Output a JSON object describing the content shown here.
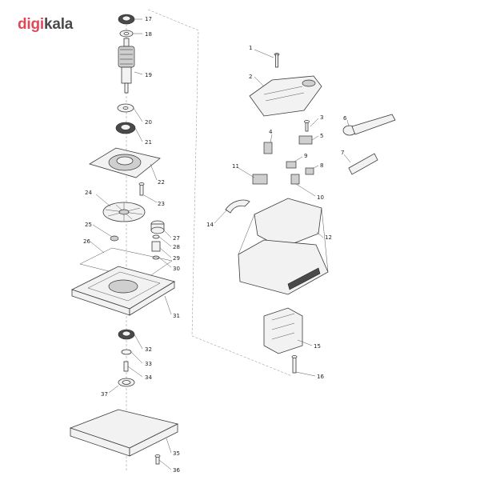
{
  "brand": {
    "name_part1": "digi",
    "name_part2": "kala",
    "color_part1": "#e0485a",
    "color_part2": "#4a4a4a"
  },
  "labels": [
    "1",
    "2",
    "3",
    "4",
    "5",
    "6",
    "7",
    "8",
    "9",
    "10",
    "11",
    "12",
    "14",
    "15",
    "16",
    "17",
    "18",
    "19",
    "20",
    "21",
    "22",
    "23",
    "24",
    "25",
    "26",
    "27",
    "28",
    "29",
    "30",
    "31",
    "32",
    "33",
    "34",
    "35",
    "36",
    "37"
  ]
}
